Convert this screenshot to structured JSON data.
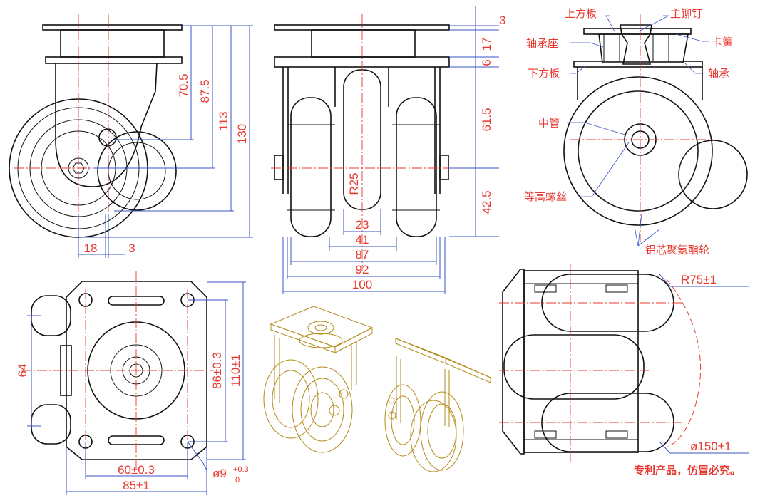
{
  "views": {
    "side": {
      "dims": {
        "d18": "18",
        "d3": "3",
        "d70_5": "70.5",
        "d87_5": "87.5",
        "d113": "113",
        "d130": "130"
      }
    },
    "front": {
      "dims": {
        "d3": "3",
        "d17": "17",
        "d6": "6",
        "d61_5": "61.5",
        "d42_5": "42.5",
        "r25": "R25",
        "d23": "23",
        "d41": "41",
        "d87": "87",
        "d92": "92",
        "d100": "100"
      }
    },
    "top": {
      "dims": {
        "d64": "64",
        "d86": "86±0.3",
        "d110": "110±1",
        "d60": "60±0.3",
        "d85": "85±1",
        "hole": "ø9",
        "hole_tol_upper": "+0.3",
        "hole_tol_lower": "0"
      }
    },
    "section": {
      "labels": {
        "upper_plate": "上方板",
        "main_rivet": "主铆钉",
        "bearing_seat": "轴承座",
        "spring_clip": "卡簧",
        "lower_plate": "下方板",
        "bearing": "轴承",
        "center_tube": "中管",
        "contour_screw": "等高螺丝",
        "wheel": "铝芯聚氨酯轮"
      }
    },
    "bottom": {
      "dims": {
        "r75": "R75±1",
        "d150": "ø150±1"
      }
    }
  },
  "notice": "专利产品，仿冒必究。",
  "colors": {
    "dimension": "#e8382f",
    "leader": "#3953c7",
    "outline": "#111111",
    "iso": "#b38a17",
    "hatch_blue": "#3953c7",
    "hatch_yellow": "#e6d232",
    "hatch_cyan": "#2ad6d6"
  }
}
